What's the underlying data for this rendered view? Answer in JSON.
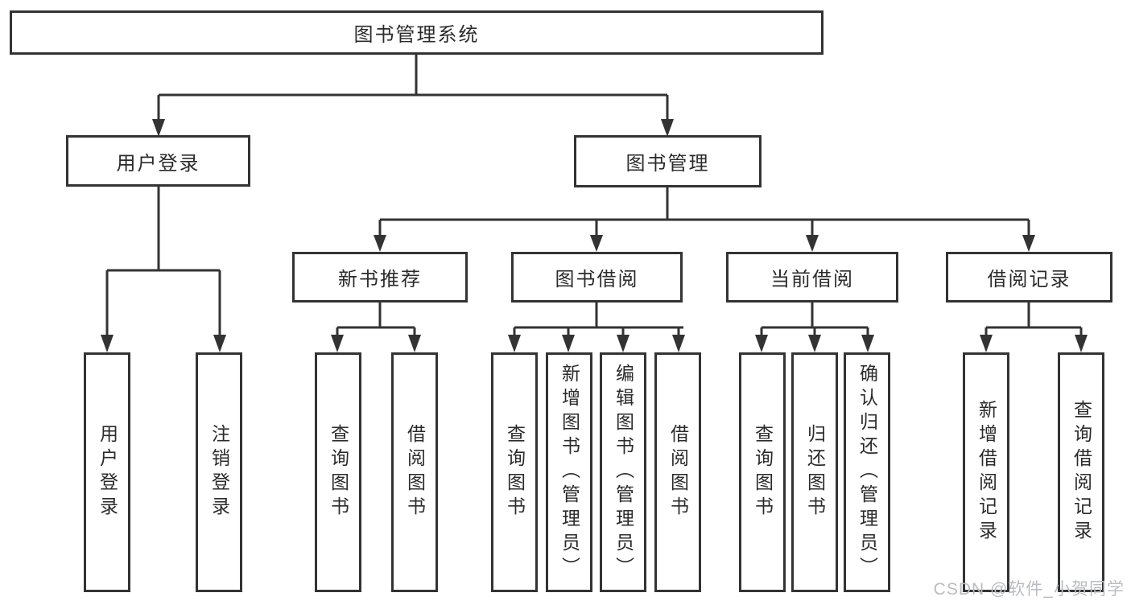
{
  "diagram": {
    "type": "hierarchy-tree",
    "root": {
      "label": "图书管理系统",
      "children": [
        {
          "label": "用户登录",
          "children": [
            {
              "label": "用户登录"
            },
            {
              "label": "注销登录"
            }
          ]
        },
        {
          "label": "图书管理",
          "children": [
            {
              "label": "新书推荐",
              "children": [
                {
                  "label": "查询图书"
                },
                {
                  "label": "借阅图书"
                }
              ]
            },
            {
              "label": "图书借阅",
              "children": [
                {
                  "label": "查询图书"
                },
                {
                  "label": "新增图书（管理员）"
                },
                {
                  "label": "编辑图书（管理员）"
                },
                {
                  "label": "借阅图书"
                }
              ]
            },
            {
              "label": "当前借阅",
              "children": [
                {
                  "label": "查询图书"
                },
                {
                  "label": "归还图书"
                },
                {
                  "label": "确认归还（管理员）"
                }
              ]
            },
            {
              "label": "借阅记录",
              "children": [
                {
                  "label": "新增借阅记录"
                },
                {
                  "label": "查询借阅记录"
                }
              ]
            }
          ]
        }
      ]
    }
  },
  "watermark": {
    "text": "CSDN @软件_小贺同学"
  },
  "colors": {
    "line": "#333333",
    "box_border": "#333333",
    "box_background": "#ffffff",
    "text": "#2b2b2b",
    "watermark": "#b9bdc1"
  }
}
